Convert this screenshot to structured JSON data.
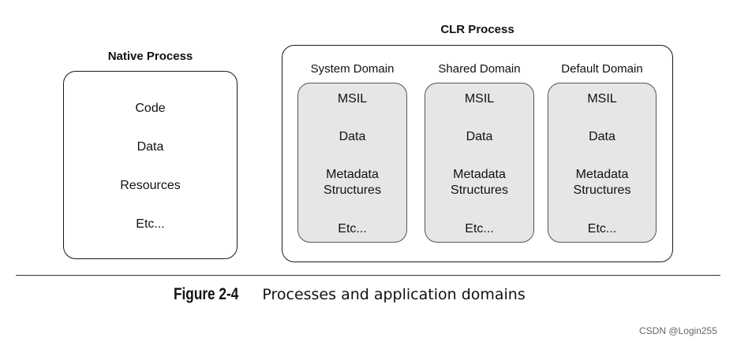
{
  "native_process": {
    "title": "Native Process",
    "items": [
      "Code",
      "Data",
      "Resources",
      "Etc..."
    ]
  },
  "clr_process": {
    "title": "CLR Process",
    "domains": [
      {
        "label": "System Domain",
        "items": [
          "MSIL",
          "Data",
          "Metadata",
          "Structures",
          "Etc..."
        ]
      },
      {
        "label": "Shared Domain",
        "items": [
          "MSIL",
          "Data",
          "Metadata",
          "Structures",
          "Etc..."
        ]
      },
      {
        "label": "Default Domain",
        "items": [
          "MSIL",
          "Data",
          "Metadata",
          "Structures",
          "Etc..."
        ]
      }
    ]
  },
  "caption": {
    "figure_label": "Figure 2-4",
    "text": "Processes and application domains"
  },
  "watermark": "CSDN @Login255"
}
